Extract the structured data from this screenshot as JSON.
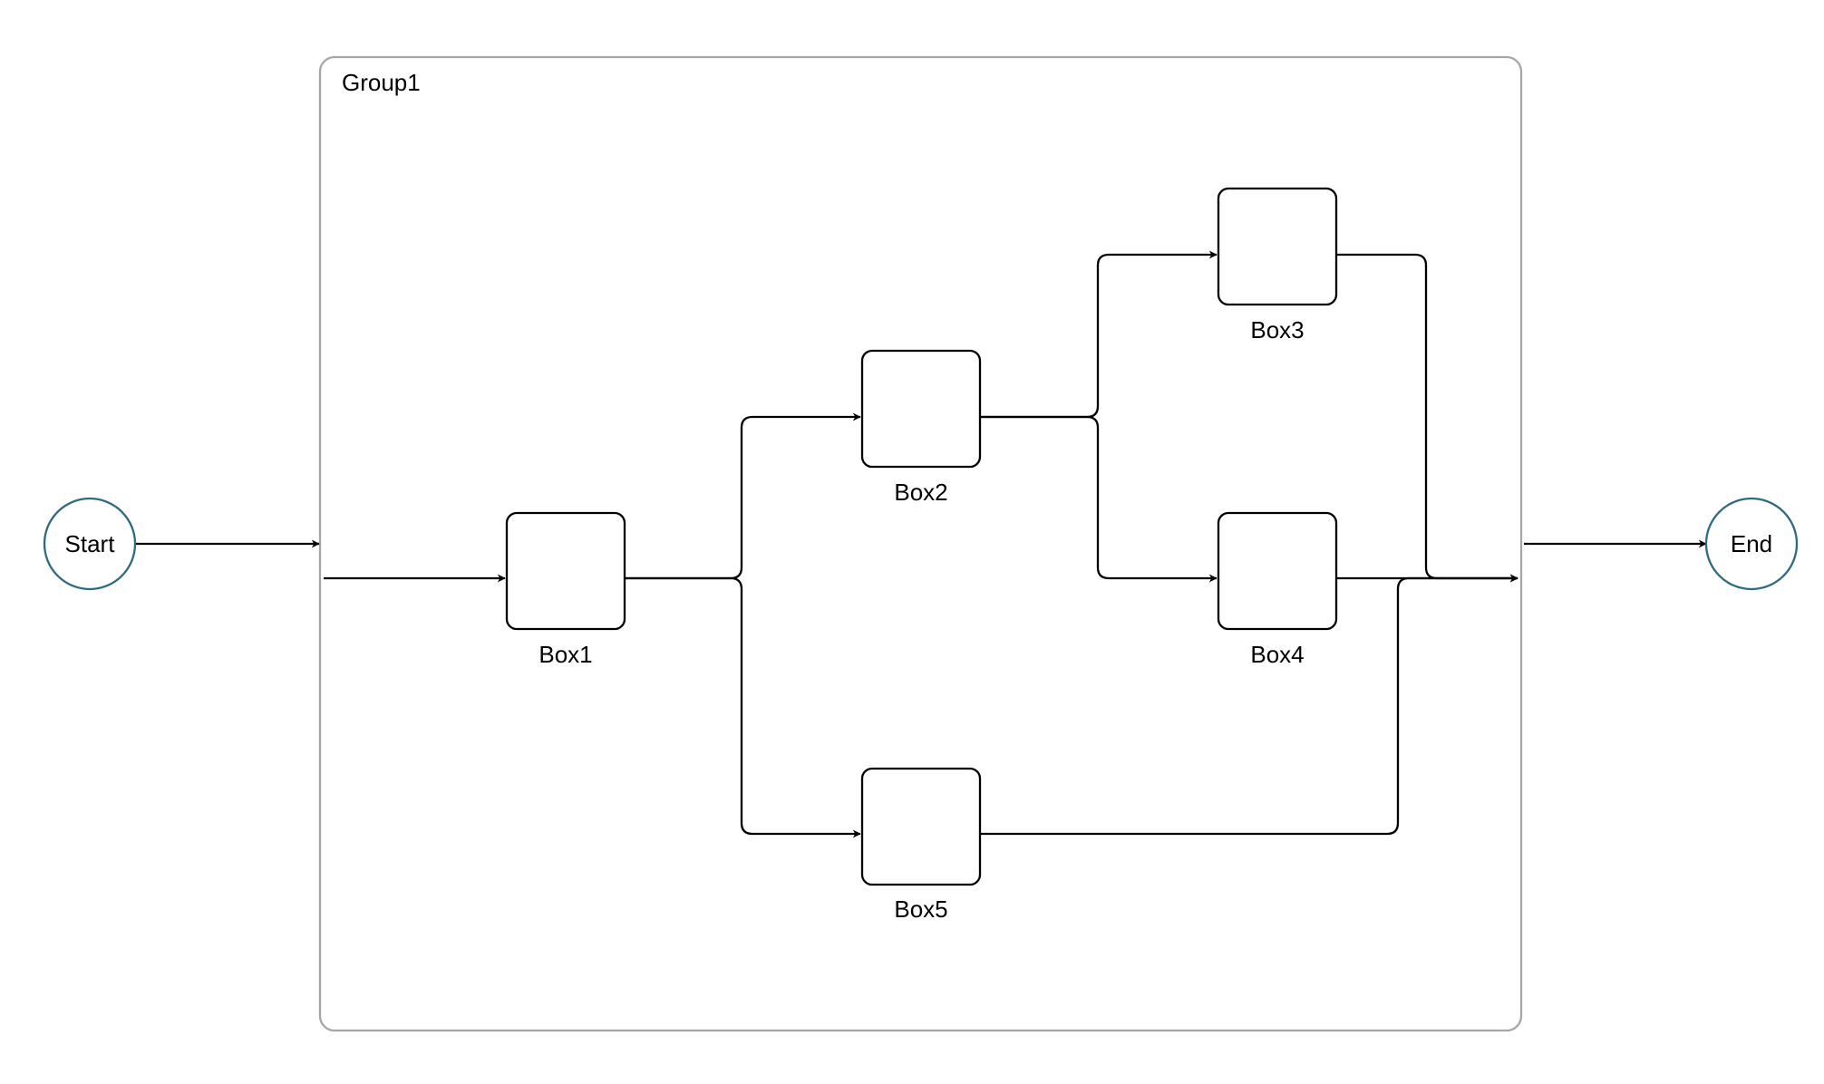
{
  "colors": {
    "terminal_stroke": "#2e6a80",
    "group_stroke": "#a6a6a6",
    "edge_stroke": "#000000"
  },
  "group": {
    "label": "Group1"
  },
  "nodes": {
    "start": {
      "label": "Start"
    },
    "end": {
      "label": "End"
    },
    "box1": {
      "label": "Box1"
    },
    "box2": {
      "label": "Box2"
    },
    "box3": {
      "label": "Box3"
    },
    "box4": {
      "label": "Box4"
    },
    "box5": {
      "label": "Box5"
    }
  },
  "edges": [
    {
      "from": "start",
      "to": "group"
    },
    {
      "from": "group",
      "to": "box1"
    },
    {
      "from": "box1",
      "to": "box2"
    },
    {
      "from": "box1",
      "to": "box5"
    },
    {
      "from": "box2",
      "to": "box3"
    },
    {
      "from": "box2",
      "to": "box4"
    },
    {
      "from": "box3",
      "to": "group"
    },
    {
      "from": "box4",
      "to": "group"
    },
    {
      "from": "box5",
      "to": "group"
    },
    {
      "from": "group",
      "to": "end"
    }
  ]
}
